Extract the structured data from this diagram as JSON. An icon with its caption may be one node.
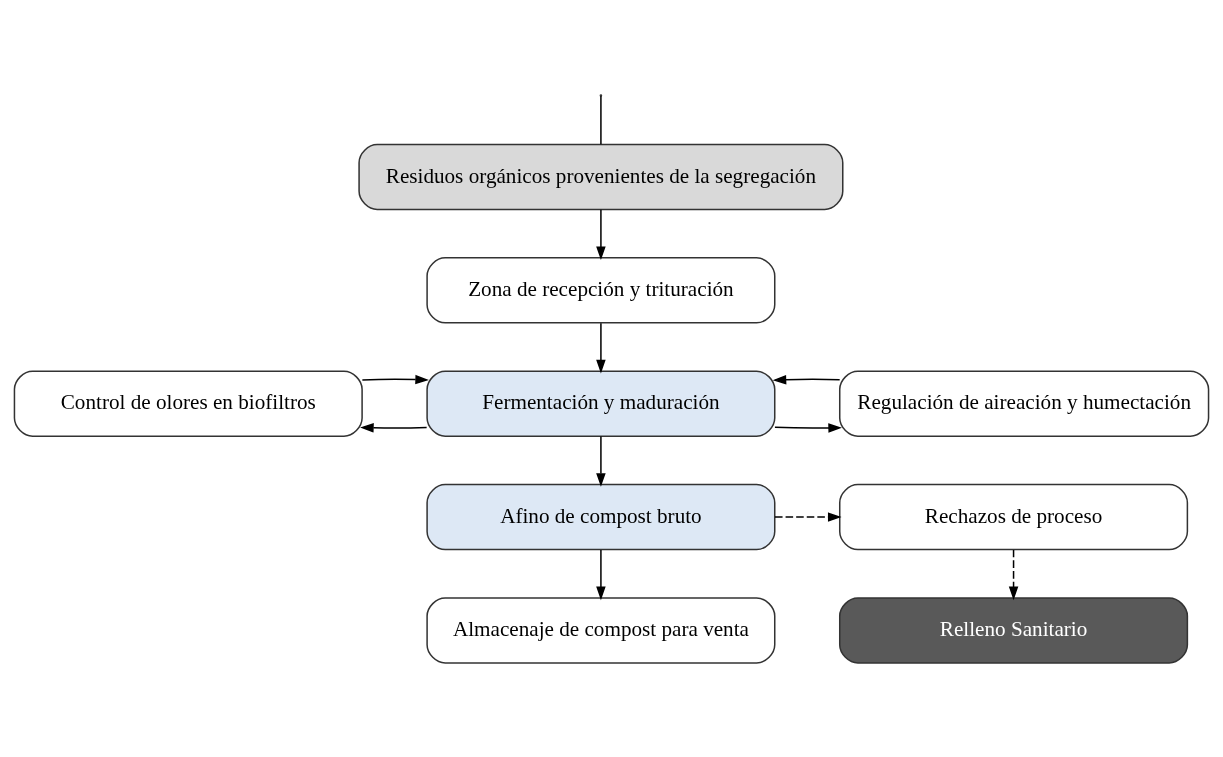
{
  "diagram": {
    "nodes": [
      {
        "text": [
          "Residuos orgánicos provenientes de la segregación"
        ]
      },
      {
        "text": [
          "Zona de recepción y trituración"
        ]
      },
      {
        "text": [
          "Fermentación y maduración"
        ]
      },
      {
        "text": [
          "Afino de compost bruto"
        ]
      },
      {
        "text": [
          "Almacenaje de compost para venta"
        ]
      },
      {
        "text": [
          "Control de olores en biofiltros"
        ]
      },
      {
        "text": [
          "Regulación de aireación y humectación"
        ]
      },
      {
        "text": [
          "Rechazos de proceso"
        ]
      },
      {
        "text": [
          "Relleno Sanitario"
        ]
      }
    ],
    "edges": [
      {
        "from": null,
        "to": 0,
        "arrow": "none"
      },
      {
        "from": 0,
        "to": 1,
        "arrow": "to"
      },
      {
        "from": 1,
        "to": 2,
        "arrow": "to"
      },
      {
        "from": 2,
        "to": 5,
        "arrow": "to"
      },
      {
        "from": 5,
        "to": 2,
        "arrow": "to"
      },
      {
        "from": 2,
        "to": 6,
        "arrow": "to"
      },
      {
        "from": 6,
        "to": 2,
        "arrow": "to"
      },
      {
        "from": 2,
        "to": 3,
        "arrow": "to"
      },
      {
        "from": 3,
        "to": 7,
        "arrow": "to",
        "style": "dashed"
      },
      {
        "from": 3,
        "to": 4,
        "arrow": "to"
      },
      {
        "from": 7,
        "to": 8,
        "arrow": "to",
        "style": "dashed"
      }
    ]
  }
}
